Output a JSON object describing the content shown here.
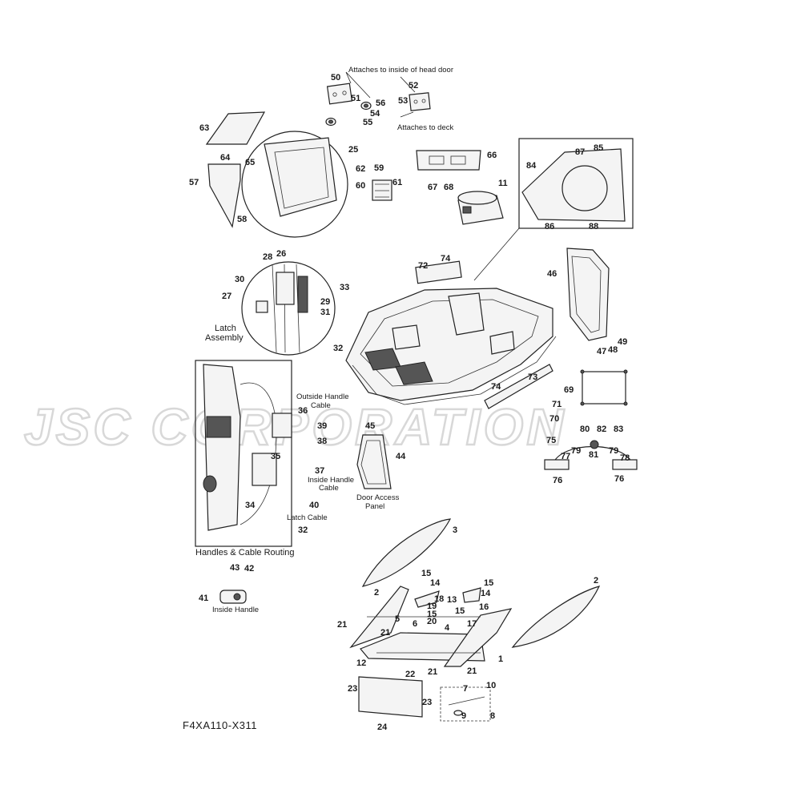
{
  "diagram_code": "F4XA110-X311",
  "watermark": "JSC CORPORATION",
  "captions": {
    "attaches_head_door": "Attaches to inside of head door",
    "attaches_deck": "Attaches to deck",
    "latch_assembly_1": "Latch",
    "latch_assembly_2": "Assembly",
    "outside_handle_1": "Outside Handle",
    "outside_handle_2": "Cable",
    "inside_handle_cable_1": "Inside Handle",
    "inside_handle_cable_2": "Cable",
    "latch_cable": "Latch Cable",
    "handles_routing": "Handles & Cable Routing",
    "inside_handle": "Inside Handle",
    "door_access_1": "Door Access",
    "door_access_2": "Panel"
  },
  "callouts": [
    {
      "id": "c50",
      "label": "50"
    },
    {
      "id": "c51",
      "label": "51"
    },
    {
      "id": "c52",
      "label": "52"
    },
    {
      "id": "c53",
      "label": "53"
    },
    {
      "id": "c56",
      "label": "56"
    },
    {
      "id": "c54",
      "label": "54"
    },
    {
      "id": "c55",
      "label": "55"
    },
    {
      "id": "c63",
      "label": "63"
    },
    {
      "id": "c25",
      "label": "25"
    },
    {
      "id": "c64",
      "label": "64"
    },
    {
      "id": "c65",
      "label": "65"
    },
    {
      "id": "c57",
      "label": "57"
    },
    {
      "id": "c58",
      "label": "58"
    },
    {
      "id": "c62",
      "label": "62"
    },
    {
      "id": "c59",
      "label": "59"
    },
    {
      "id": "c60",
      "label": "60"
    },
    {
      "id": "c61",
      "label": "61"
    },
    {
      "id": "c66",
      "label": "66"
    },
    {
      "id": "c67",
      "label": "67"
    },
    {
      "id": "c68",
      "label": "68"
    },
    {
      "id": "c11",
      "label": "11"
    },
    {
      "id": "c87",
      "label": "87"
    },
    {
      "id": "c85",
      "label": "85"
    },
    {
      "id": "c84",
      "label": "84"
    },
    {
      "id": "c86",
      "label": "86"
    },
    {
      "id": "c88",
      "label": "88"
    },
    {
      "id": "c28",
      "label": "28"
    },
    {
      "id": "c26",
      "label": "26"
    },
    {
      "id": "c30",
      "label": "30"
    },
    {
      "id": "c33",
      "label": "33"
    },
    {
      "id": "c27",
      "label": "27"
    },
    {
      "id": "c29",
      "label": "29"
    },
    {
      "id": "c31",
      "label": "31"
    },
    {
      "id": "c32a",
      "label": "32"
    },
    {
      "id": "c72",
      "label": "72"
    },
    {
      "id": "c74a",
      "label": "74"
    },
    {
      "id": "c46",
      "label": "46"
    },
    {
      "id": "c49",
      "label": "49"
    },
    {
      "id": "c47",
      "label": "47"
    },
    {
      "id": "c48",
      "label": "48"
    },
    {
      "id": "c73",
      "label": "73"
    },
    {
      "id": "c74b",
      "label": "74"
    },
    {
      "id": "c69",
      "label": "69"
    },
    {
      "id": "c71",
      "label": "71"
    },
    {
      "id": "c70",
      "label": "70"
    },
    {
      "id": "c36",
      "label": "36"
    },
    {
      "id": "c39",
      "label": "39"
    },
    {
      "id": "c38",
      "label": "38"
    },
    {
      "id": "c45",
      "label": "45"
    },
    {
      "id": "c44",
      "label": "44"
    },
    {
      "id": "c35",
      "label": "35"
    },
    {
      "id": "c37",
      "label": "37"
    },
    {
      "id": "c34",
      "label": "34"
    },
    {
      "id": "c40",
      "label": "40"
    },
    {
      "id": "c32b",
      "label": "32"
    },
    {
      "id": "c80",
      "label": "80"
    },
    {
      "id": "c82",
      "label": "82"
    },
    {
      "id": "c83",
      "label": "83"
    },
    {
      "id": "c75",
      "label": "75"
    },
    {
      "id": "c77",
      "label": "77"
    },
    {
      "id": "c79a",
      "label": "79"
    },
    {
      "id": "c81",
      "label": "81"
    },
    {
      "id": "c79b",
      "label": "79"
    },
    {
      "id": "c78",
      "label": "78"
    },
    {
      "id": "c76a",
      "label": "76"
    },
    {
      "id": "c76b",
      "label": "76"
    },
    {
      "id": "c3",
      "label": "3"
    },
    {
      "id": "c43",
      "label": "43"
    },
    {
      "id": "c42",
      "label": "42"
    },
    {
      "id": "c41",
      "label": "41"
    },
    {
      "id": "c2a",
      "label": "2"
    },
    {
      "id": "c15a",
      "label": "15"
    },
    {
      "id": "c14a",
      "label": "14"
    },
    {
      "id": "c15b",
      "label": "15"
    },
    {
      "id": "c14b",
      "label": "14"
    },
    {
      "id": "c2b",
      "label": "2"
    },
    {
      "id": "c18",
      "label": "18"
    },
    {
      "id": "c19",
      "label": "19"
    },
    {
      "id": "c13",
      "label": "13"
    },
    {
      "id": "c16",
      "label": "16"
    },
    {
      "id": "c15c",
      "label": "15"
    },
    {
      "id": "c15d",
      "label": "15"
    },
    {
      "id": "c20",
      "label": "20"
    },
    {
      "id": "c5",
      "label": "5"
    },
    {
      "id": "c6",
      "label": "6"
    },
    {
      "id": "c17",
      "label": "17"
    },
    {
      "id": "c21a",
      "label": "21"
    },
    {
      "id": "c4",
      "label": "4"
    },
    {
      "id": "c21b",
      "label": "21"
    },
    {
      "id": "c12",
      "label": "12"
    },
    {
      "id": "c1",
      "label": "1"
    },
    {
      "id": "c21c",
      "label": "21"
    },
    {
      "id": "c21d",
      "label": "21"
    },
    {
      "id": "c22",
      "label": "22"
    },
    {
      "id": "c10",
      "label": "10"
    },
    {
      "id": "c23a",
      "label": "23"
    },
    {
      "id": "c7",
      "label": "7"
    },
    {
      "id": "c23b",
      "label": "23"
    },
    {
      "id": "c9",
      "label": "9"
    },
    {
      "id": "c8",
      "label": "8"
    },
    {
      "id": "c24",
      "label": "24"
    }
  ]
}
